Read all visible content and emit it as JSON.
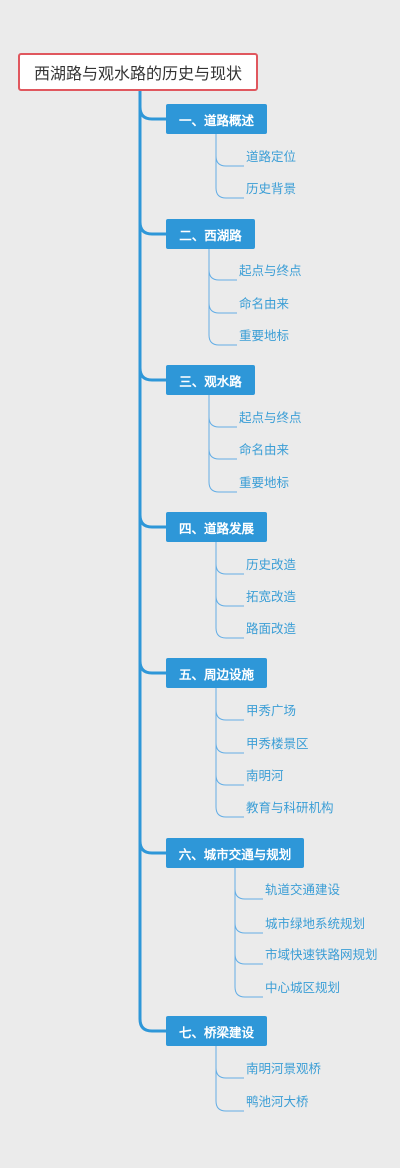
{
  "root": {
    "title": "西湖路与观水路的历史与现状"
  },
  "branches": [
    {
      "label": "一、道路概述",
      "children": [
        "道路定位",
        "历史背景"
      ]
    },
    {
      "label": "二、西湖路",
      "children": [
        "起点与终点",
        "命名由来",
        "重要地标"
      ]
    },
    {
      "label": "三、观水路",
      "children": [
        "起点与终点",
        "命名由来",
        "重要地标"
      ]
    },
    {
      "label": "四、道路发展",
      "children": [
        "历史改造",
        "拓宽改造",
        "路面改造"
      ]
    },
    {
      "label": "五、周边设施",
      "children": [
        "甲秀广场",
        "甲秀楼景区",
        "南明河",
        "教育与科研机构"
      ]
    },
    {
      "label": "六、城市交通与规划",
      "children": [
        "轨道交通建设",
        "城市绿地系统规划",
        "市域快速铁路网规划",
        "中心城区规划"
      ]
    },
    {
      "label": "七、桥梁建设",
      "children": [
        "南明河景观桥",
        "鸭池河大桥"
      ]
    }
  ],
  "colors": {
    "trunk": "#2e97d8",
    "child_line": "#64aee6",
    "root_border": "#e0575e"
  }
}
